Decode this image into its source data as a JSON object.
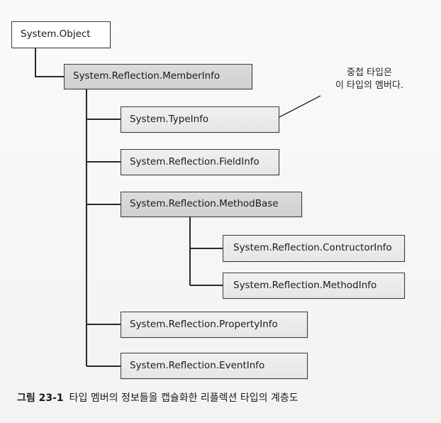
{
  "nodes": {
    "system_object": "System.Object",
    "member_info": "System.Reflection.MemberInfo",
    "type_info": "System.TypeInfo",
    "field_info": "System.Reflection.FieldInfo",
    "method_base": "System.Reflection.MethodBase",
    "constructor_info": "System.Reflection.ContructorInfo",
    "method_info": "System.Reflection.MethodInfo",
    "property_info": "System.Reflection.PropertyInfo",
    "event_info": "System.Reflection.EventInfo"
  },
  "callout": {
    "line1": "중첩 타입은",
    "line2": "이 타입의 멤버다."
  },
  "caption": {
    "number": "그림 23-1",
    "text": "타입 멤버의 정보들을 캡슐화한 리플렉션 타입의 계층도"
  }
}
